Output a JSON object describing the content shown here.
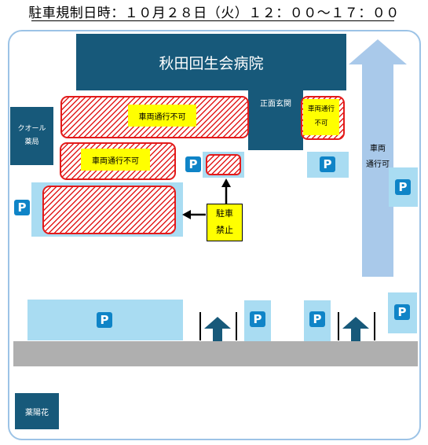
{
  "header": {
    "title": "駐車規制日時：１０月２８日（火）１２：００～１７：００"
  },
  "buildings": {
    "hospital": "秋田回生会病院",
    "entrance": "正面玄関",
    "pharmacy_line1": "クオール",
    "pharmacy_line2": "薬局",
    "shop": "薬陽花"
  },
  "labels": {
    "no_entry": "車両通行不可",
    "no_entry_split_1": "車両通行",
    "no_entry_split_2": "不可",
    "traffic_ok_1": "車両",
    "traffic_ok_2": "通行可",
    "no_parking_1": "駐車",
    "no_parking_2": "禁止",
    "parking": "P"
  },
  "colors": {
    "building": "#17597a",
    "parking_area": "#a9dcf2",
    "parking_sign": "#0f84c7",
    "restricted": "#e31b1b",
    "label": "#ffff00",
    "road": "#afafaf",
    "lane_arrow": "#a9c9ea"
  }
}
